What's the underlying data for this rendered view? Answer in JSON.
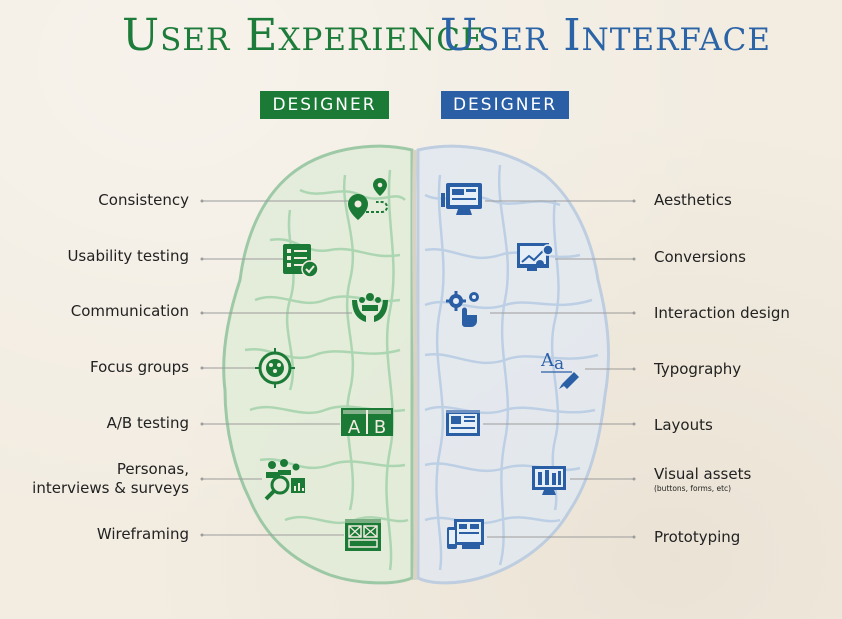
{
  "header": {
    "ux_title": "User Experience",
    "ux_badge": "DESIGNER",
    "ui_title": "User Interface",
    "ui_badge": "DESIGNER"
  },
  "colors": {
    "ux_green": "#1b7a36",
    "ui_blue": "#2a5fa6"
  },
  "ux_items": [
    {
      "label": "Consistency",
      "icon": "map-pin-route-icon"
    },
    {
      "label": "Usability testing",
      "icon": "checklist-icon"
    },
    {
      "label": "Communication",
      "icon": "team-hands-icon"
    },
    {
      "label": "Focus groups",
      "icon": "target-group-icon"
    },
    {
      "label": "A/B testing",
      "icon": "ab-test-icon"
    },
    {
      "label_line1": "Personas,",
      "label_line2": "interviews & surveys",
      "icon": "persona-search-icon"
    },
    {
      "label": "Wireframing",
      "icon": "wireframe-icon"
    }
  ],
  "ui_items": [
    {
      "label": "Aesthetics",
      "icon": "monitor-design-icon"
    },
    {
      "label": "Conversions",
      "icon": "chart-growth-icon"
    },
    {
      "label": "Interaction design",
      "icon": "gear-touch-icon"
    },
    {
      "label": "Typography",
      "icon": "typography-pen-icon"
    },
    {
      "label": "Layouts",
      "icon": "layout-icon"
    },
    {
      "label": "Visual assets",
      "sub": "(buttons, forms, etc)",
      "icon": "visual-assets-icon"
    },
    {
      "label": "Prototyping",
      "icon": "prototype-icon"
    }
  ]
}
